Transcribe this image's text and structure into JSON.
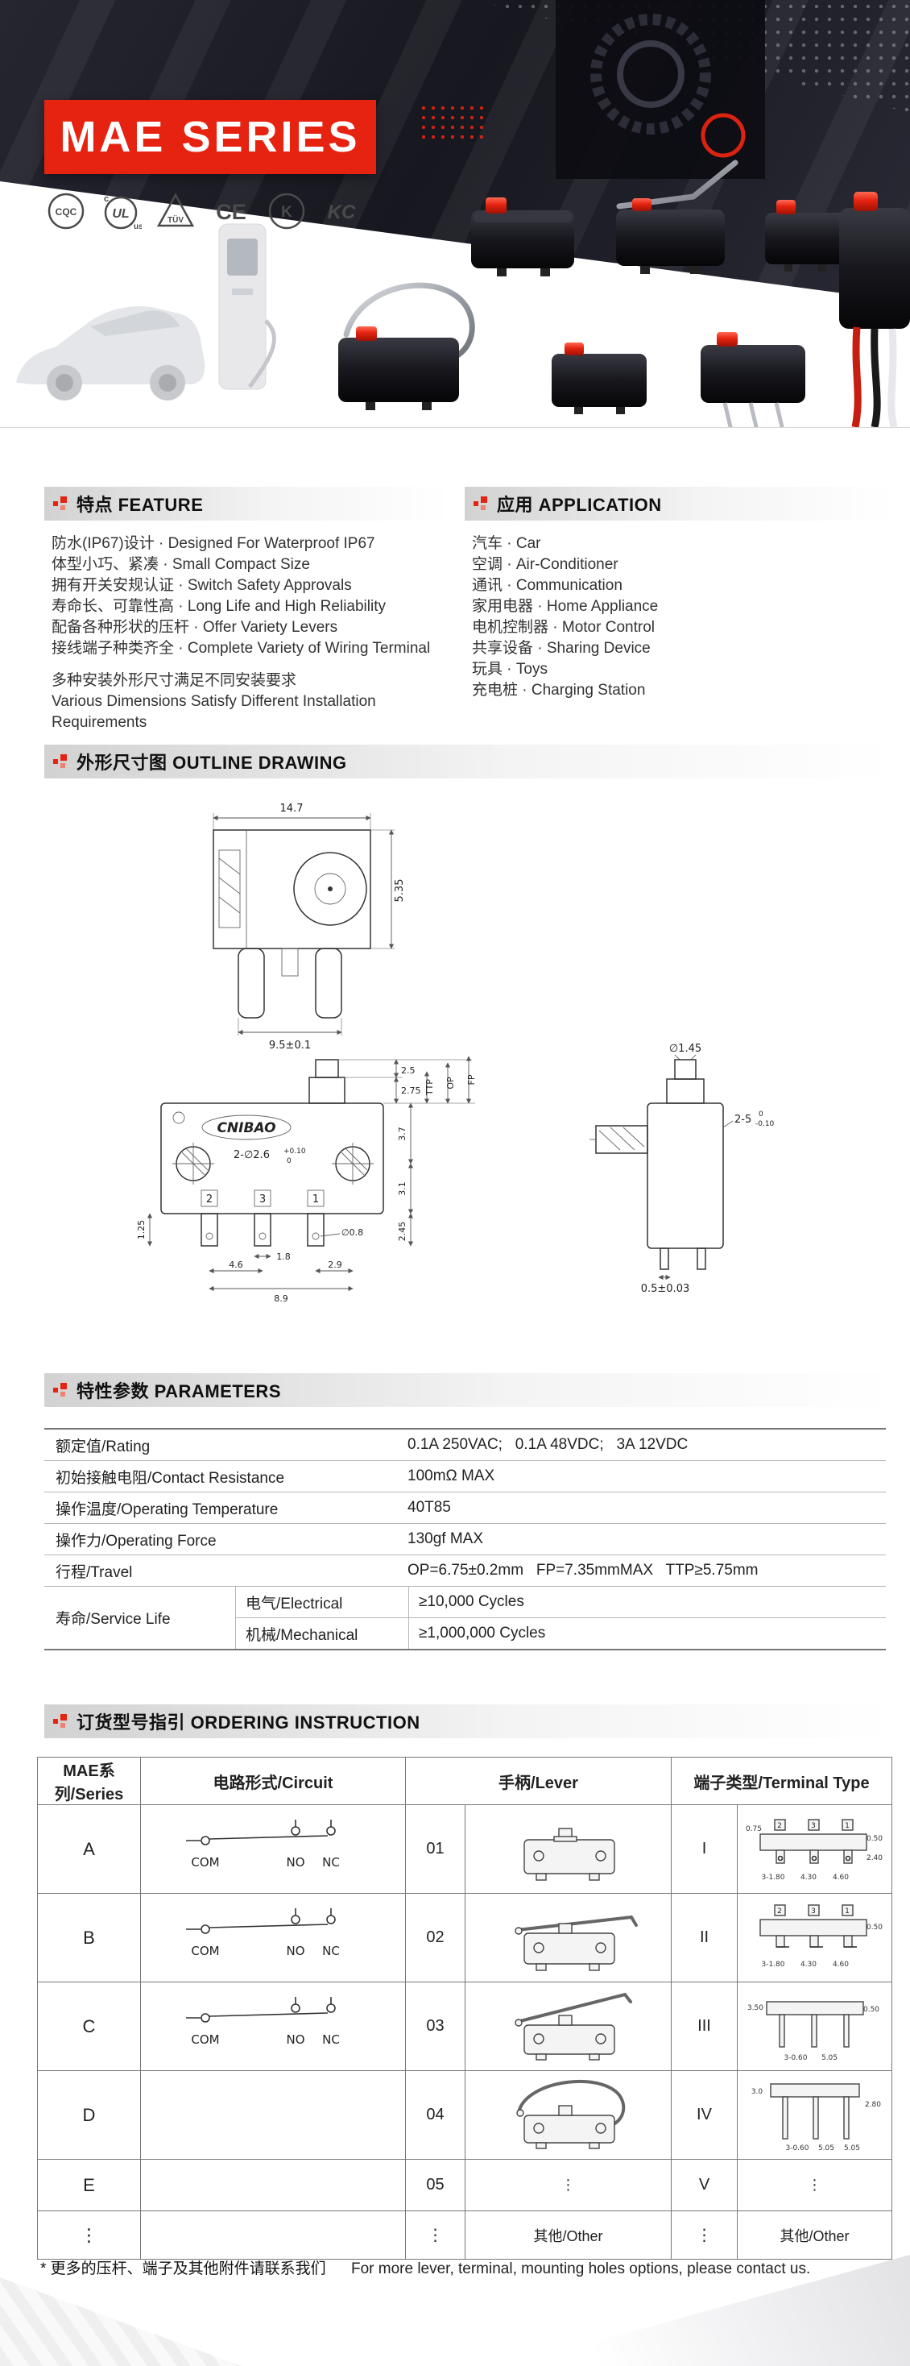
{
  "header": {
    "series_title": "MAE SERIES",
    "certs": [
      {
        "label": "CQC"
      },
      {
        "label": "UL",
        "prefix": "c",
        "suffix": "us"
      },
      {
        "label": "TÜV"
      },
      {
        "label": "CE"
      },
      {
        "label": "K"
      },
      {
        "label": "KC"
      }
    ]
  },
  "sections": {
    "feature": "特点 FEATURE",
    "application": "应用 APPLICATION",
    "outline": "外形尺寸图 OUTLINE DRAWING",
    "parameters": "特性参数 PARAMETERS",
    "ordering": "订货型号指引 ORDERING INSTRUCTION"
  },
  "feature": {
    "items": [
      "防水(IP67)设计 · Designed For Waterproof IP67",
      "体型小巧、紧凑 · Small Compact Size",
      "拥有开关安规认证 · Switch Safety Approvals",
      "寿命长、可靠性高 · Long Life and High Reliability",
      "配备各种形状的压杆 · Offer Variety Levers",
      "接线端子种类齐全 · Complete Variety of Wiring Terminal",
      "多种安装外形尺寸满足不同安装要求",
      "Various Dimensions Satisfy Different Installation Requirements"
    ]
  },
  "application": {
    "items": [
      "汽车 · Car",
      "空调 · Air-Conditioner",
      "通讯 · Communication",
      "家用电器 · Home Appliance",
      "电机控制器 · Motor Control",
      "共享设备 · Sharing Device",
      "玩具 · Toys",
      "充电桩 · Charging Station"
    ]
  },
  "outline": {
    "top_view": {
      "dim_width": "14.7",
      "dim_height": "5.35",
      "dim_feet": "9.5±0.1"
    },
    "front_view": {
      "brand": "CNIBAO",
      "dim_a": "2.5",
      "dim_b": "2.75",
      "travel_ttp": "TTP",
      "travel_op": "OP",
      "travel_fp": "FP",
      "dim_c": "3.7",
      "dim_d": "3.1",
      "dim_e": "2.45",
      "dim_f": "1.25",
      "hole_label": "2-∅2.6",
      "hole_tol_up": "+0.10",
      "hole_tol_dn": "0",
      "pin_hole": "∅0.8",
      "dim_g": "1.8",
      "dim_h": "4.6",
      "dim_i": "2.9",
      "dim_j": "8.9",
      "terminal_nums": [
        "2",
        "3",
        "1"
      ]
    },
    "side_view": {
      "dim_plunger": "∅1.45",
      "dim_side": "2-5",
      "side_tol_up": "0",
      "side_tol_dn": "-0.10",
      "dim_bottom": "0.5±0.03"
    }
  },
  "parameters": {
    "rows": [
      {
        "label": "额定值/Rating",
        "value": "0.1A 250VAC;   0.1A 48VDC;   3A 12VDC"
      },
      {
        "label": "初始接触电阻/Contact Resistance",
        "value": "100mΩ MAX"
      },
      {
        "label": "操作温度/Operating Temperature",
        "value": "40T85"
      },
      {
        "label": "操作力/Operating Force",
        "value": "130gf MAX"
      },
      {
        "label": "行程/Travel",
        "value": "OP=6.75±0.2mm   FP=7.35mmMAX   TTP≥5.75mm"
      }
    ],
    "service": {
      "label": "寿命/Service Life",
      "electrical_label": "电气/Electrical",
      "electrical_value": "≥10,000 Cycles",
      "mechanical_label": "机械/Mechanical",
      "mechanical_value": "≥1,000,000 Cycles"
    }
  },
  "ordering": {
    "headers": [
      "MAE系列/Series",
      "电路形式/Circuit",
      "手柄/Lever",
      "端子类型/Terminal Type"
    ],
    "circuit": {
      "com": "COM",
      "no": "NO",
      "nc": "NC"
    },
    "rows": [
      {
        "series": "A",
        "code": "01",
        "numeral": "I"
      },
      {
        "series": "B",
        "code": "02",
        "numeral": "II"
      },
      {
        "series": "C",
        "code": "03",
        "numeral": "III"
      },
      {
        "series": "D",
        "code": "04",
        "numeral": "IV"
      },
      {
        "series": "E",
        "code": "05",
        "numeral": "V",
        "lever": "⋮",
        "terminal": "⋮"
      },
      {
        "series": "⋮",
        "code": "⋮",
        "numeral": "⋮",
        "lever": "其他/Other",
        "terminal": "其他/Other"
      }
    ],
    "terminal_nums": [
      "2",
      "3",
      "1"
    ],
    "terminal_dims": {
      "t1": [
        "0.75",
        "3-1.80",
        "4.30",
        "4.60",
        "0.50",
        "2.40"
      ],
      "t2": [
        "3-1.80",
        "4.30",
        "4.60",
        "0.50"
      ],
      "t3": [
        "3.50",
        "3-0.60",
        "5.05",
        "0.50"
      ],
      "t4": [
        "3.0",
        "3-0.60",
        "5.05",
        "5.05",
        "2.80"
      ]
    }
  },
  "footer": {
    "note_zh": "* 更多的压杆、端子及其他附件请联系我们",
    "note_en": "For more lever, terminal, mounting holes options, please contact us."
  },
  "colors": {
    "accent_red": "#e62310",
    "header_dark": "#17171f"
  }
}
